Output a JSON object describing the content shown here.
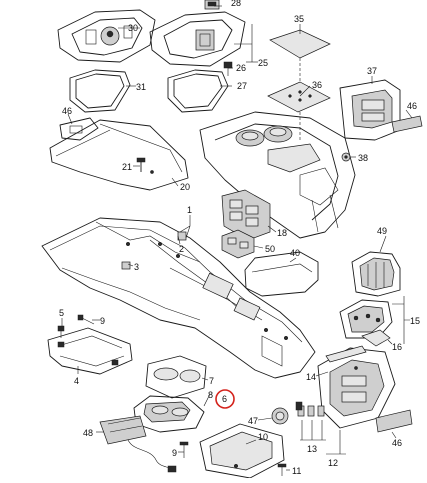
{
  "diagram": {
    "callouts": {
      "c28": "28",
      "c30": "30",
      "c35": "35",
      "c25": "25",
      "c26": "26",
      "c27": "27",
      "c31": "31",
      "c36": "36",
      "c37": "37",
      "c46a": "46",
      "c46b": "46",
      "c21": "21",
      "c20": "20",
      "c38": "38",
      "c1": "1",
      "c2": "2",
      "c3": "3",
      "c18": "18",
      "c50": "50",
      "c40": "40",
      "c49": "49",
      "c5": "5",
      "c9a": "9",
      "c15": "15",
      "c16": "16",
      "c4": "4",
      "c7": "7",
      "c8": "8",
      "c6": "6",
      "c47": "47",
      "c48": "48",
      "c9b": "9",
      "c10": "10",
      "c11": "11",
      "c13": "13",
      "c12": "12",
      "c14": "14",
      "c46c": "46"
    },
    "highlight_color": "#d4231c"
  }
}
